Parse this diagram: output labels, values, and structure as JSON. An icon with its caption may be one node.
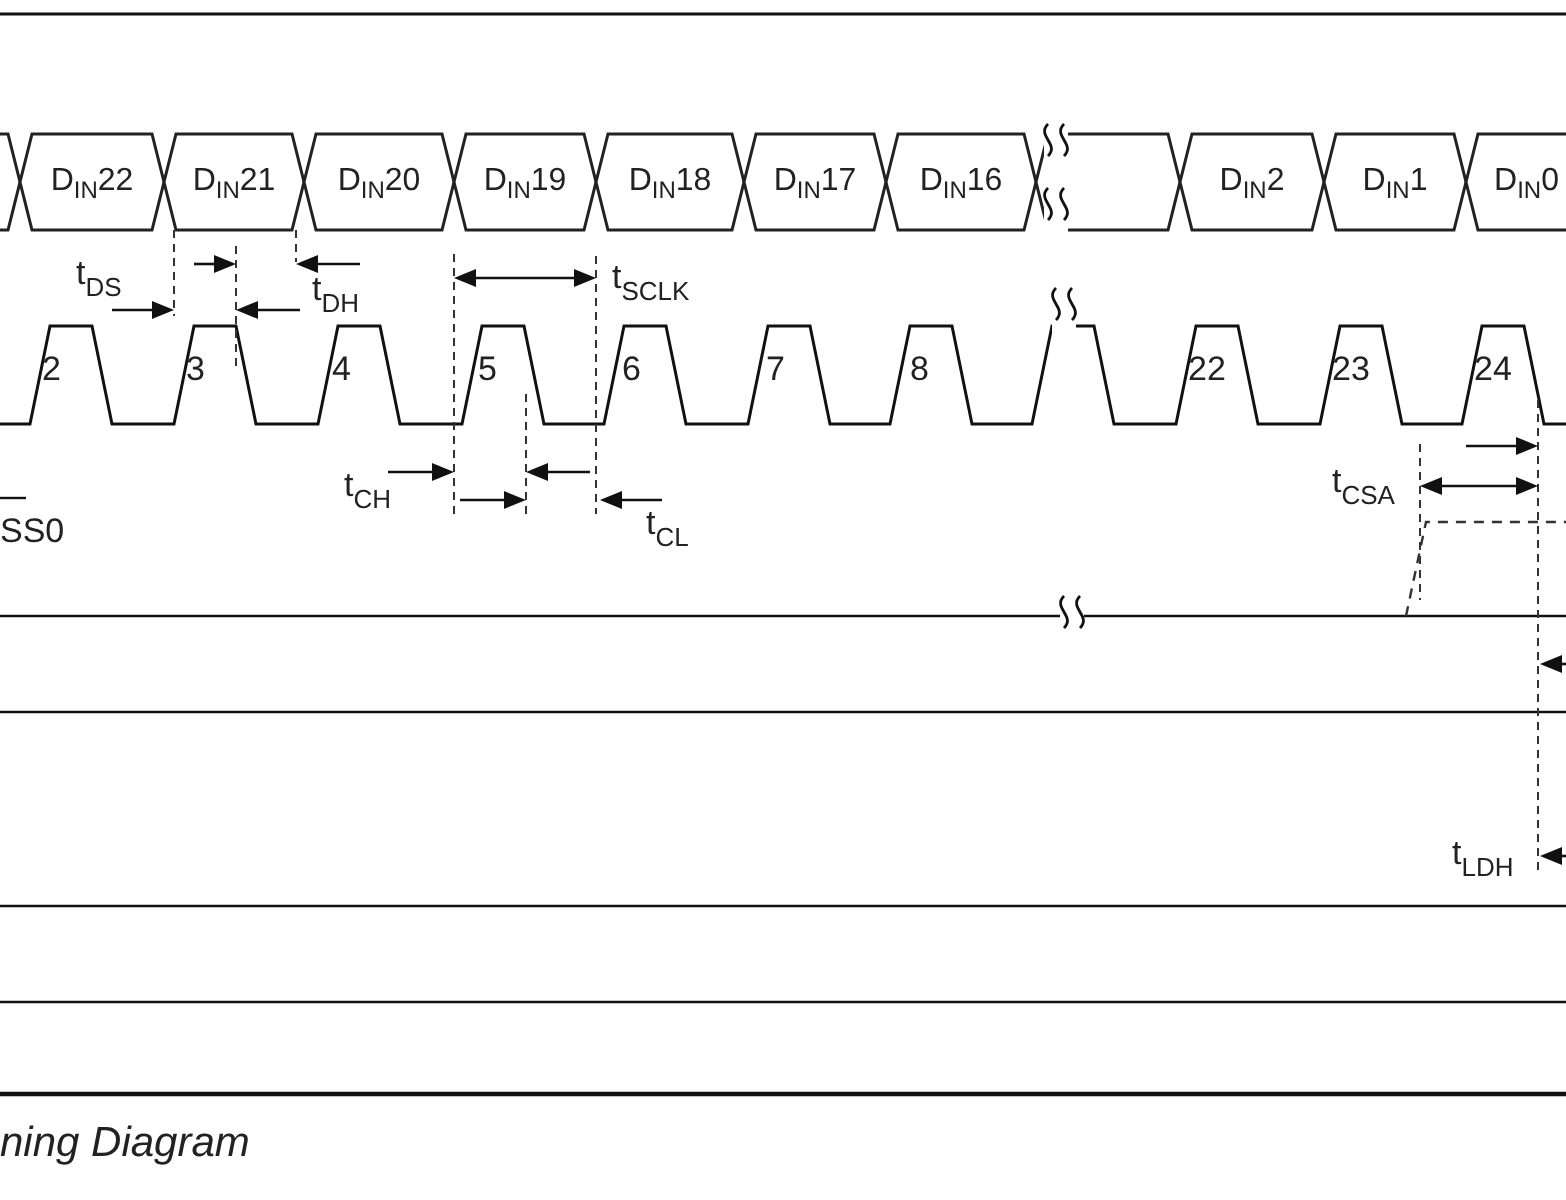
{
  "diagram": {
    "caption": "ning Diagram",
    "nodes": [
      {
        "text": [],
        "shape": "hexagon"
      },
      {
        "text": [
          "D$_{IN}$22"
        ]
      },
      {
        "text": [
          "D$_{IN}$21"
        ]
      },
      {
        "text": [
          "D$_{IN}$20"
        ]
      },
      {
        "text": [
          "D$_{IN}$19"
        ]
      },
      {
        "text": [
          "D$_{IN}$18"
        ]
      },
      {
        "text": [
          "D$_{IN}$17"
        ]
      },
      {
        "text": [
          "D$_{IN}$16"
        ]
      },
      {
        "text": [],
        "shape": "hexagon"
      },
      {
        "text": [
          "D$_{IN}$2"
        ]
      },
      {
        "text": [
          "D$_{IN}$1"
        ]
      },
      {
        "text": [
          "D$_{IN}$0"
        ]
      }
    ],
    "labels": [
      "t$_{DS}$",
      "t$_{DH}$",
      "t$_{SCLK}$",
      "2",
      "3",
      "4",
      "5",
      "6",
      "7",
      "8",
      "22",
      "23",
      "24",
      "t$_{CH}$",
      "t$_{CSA}$",
      "SS0",
      "t$_{CL}$",
      "t$_{LDH}$"
    ]
  }
}
